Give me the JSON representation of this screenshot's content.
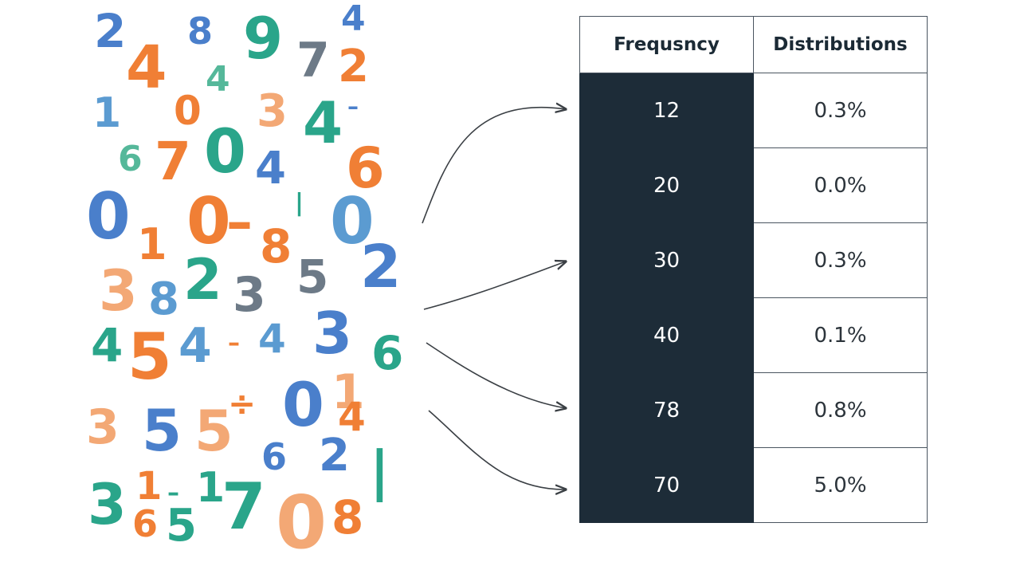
{
  "table": {
    "headers": [
      "Frequsncy",
      "Distributions"
    ],
    "rows": [
      {
        "frequency": "12",
        "distribution": "0.3%"
      },
      {
        "frequency": "20",
        "distribution": "0.0%"
      },
      {
        "frequency": "30",
        "distribution": "0.3%"
      },
      {
        "frequency": "40",
        "distribution": "0.1%"
      },
      {
        "frequency": "78",
        "distribution": "0.8%"
      },
      {
        "frequency": "70",
        "distribution": "5.0%"
      }
    ]
  },
  "digit_cloud": [
    {
      "text": "2",
      "color": "#4a7fcb"
    },
    {
      "text": "8",
      "color": "#4a7fcb"
    },
    {
      "text": "9",
      "color": "#2aa58a"
    },
    {
      "text": "4",
      "color": "#4a7fcb"
    },
    {
      "text": "4",
      "color": "#f07f35"
    },
    {
      "text": "4",
      "color": "#55b89a"
    },
    {
      "text": "7",
      "color": "#6d7a87"
    },
    {
      "text": "2",
      "color": "#f07f35"
    },
    {
      "text": "1",
      "color": "#5b9bd1"
    },
    {
      "text": "0",
      "color": "#f07f35"
    },
    {
      "text": "3",
      "color": "#f3a875"
    },
    {
      "text": "4",
      "color": "#2aa58a"
    },
    {
      "text": "–",
      "color": "#4a7fcb"
    },
    {
      "text": "6",
      "color": "#55b89a"
    },
    {
      "text": "7",
      "color": "#f07f35"
    },
    {
      "text": "0",
      "color": "#2aa58a"
    },
    {
      "text": "4",
      "color": "#4a7fcb"
    },
    {
      "text": "6",
      "color": "#f07f35"
    },
    {
      "text": "0",
      "color": "#4a7fcb"
    },
    {
      "text": "1",
      "color": "#f07f35"
    },
    {
      "text": "0",
      "color": "#f07f35"
    },
    {
      "text": "–",
      "color": "#f07f35"
    },
    {
      "text": "|",
      "color": "#2aa58a"
    },
    {
      "text": "0",
      "color": "#5b9bd1"
    },
    {
      "text": "8",
      "color": "#f07f35"
    },
    {
      "text": "2",
      "color": "#4a7fcb"
    },
    {
      "text": "3",
      "color": "#f3a875"
    },
    {
      "text": "5",
      "color": "#6d7a87"
    },
    {
      "text": "8",
      "color": "#5b9bd1"
    },
    {
      "text": "2",
      "color": "#2aa58a"
    },
    {
      "text": "3",
      "color": "#6d7a87"
    },
    {
      "text": "4",
      "color": "#2aa58a"
    },
    {
      "text": "5",
      "color": "#f07f35"
    },
    {
      "text": "4",
      "color": "#5b9bd1"
    },
    {
      "text": "–",
      "color": "#f07f35"
    },
    {
      "text": "4",
      "color": "#5b9bd1"
    },
    {
      "text": "3",
      "color": "#4a7fcb"
    },
    {
      "text": "6",
      "color": "#2aa58a"
    },
    {
      "text": "3",
      "color": "#f3a875"
    },
    {
      "text": "5",
      "color": "#4a7fcb"
    },
    {
      "text": "5",
      "color": "#f3a875"
    },
    {
      "text": "÷",
      "color": "#f07f35"
    },
    {
      "text": "0",
      "color": "#4a7fcb"
    },
    {
      "text": "1",
      "color": "#f3a875"
    },
    {
      "text": "4",
      "color": "#f07f35"
    },
    {
      "text": "6",
      "color": "#4a7fcb"
    },
    {
      "text": "2",
      "color": "#4a7fcb"
    },
    {
      "text": "|",
      "color": "#2aa58a"
    },
    {
      "text": "3",
      "color": "#2aa58a"
    },
    {
      "text": "1",
      "color": "#f07f35"
    },
    {
      "text": "–",
      "color": "#2aa58a"
    },
    {
      "text": "1",
      "color": "#2aa58a"
    },
    {
      "text": "6",
      "color": "#f07f35"
    },
    {
      "text": "5",
      "color": "#2aa58a"
    },
    {
      "text": "7",
      "color": "#2aa58a"
    },
    {
      "text": "0",
      "color": "#f3a875"
    },
    {
      "text": "8",
      "color": "#f07f35"
    }
  ],
  "colors": {
    "frequency_column": "#1d2c38",
    "arrow": "#3a3f44"
  }
}
